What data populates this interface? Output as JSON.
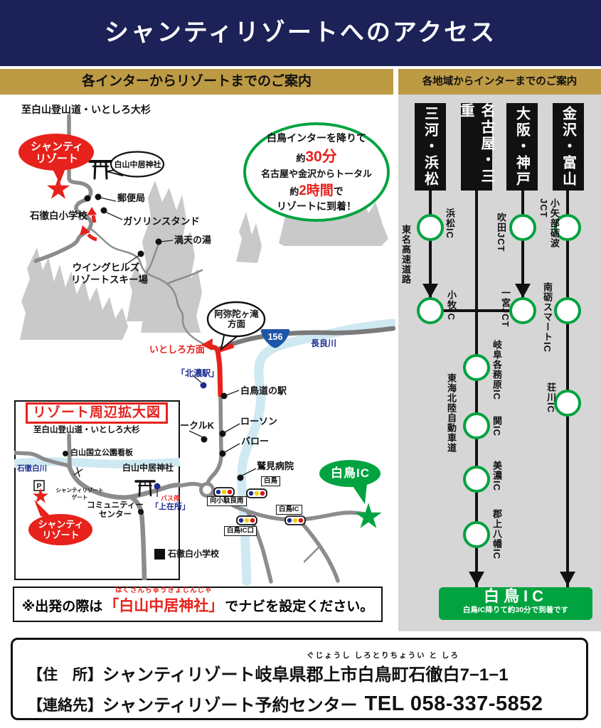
{
  "colors": {
    "navy": "#1c2257",
    "gold": "#bd9a44",
    "red": "#e7211b",
    "green": "#00a33f",
    "panel": "#d6d6d6",
    "river": "#cfe9f2",
    "road": "#8c8c8c",
    "bluetext": "#1d2d8f",
    "shield": "#1d55a8",
    "mountain": "#c9c9c9"
  },
  "header": {
    "title": "シャンティリゾートへのアクセス"
  },
  "panels": {
    "left_heading": "各インターからリゾートまでのご案内",
    "right_heading": "各地域からインターまでのご案内"
  },
  "main_map": {
    "to_hakusan_trail": "至白山登山道・いとしろ大杉",
    "resort_balloon": {
      "line1": "シャンティ",
      "line2": "リゾート"
    },
    "hakusan_shrine": "白山中居神社",
    "post_office": "郵便局",
    "itoshiro_school": "石徹白小学校",
    "gas_station": "ガソリンスタンド",
    "manten_no_yu": "満天の湯",
    "wing_hills": {
      "line1": "ウイングヒルズ",
      "line2": "リゾートスキー場"
    },
    "amida_falls": {
      "line1": "阿弥陀ヶ滝",
      "line2": "方面"
    },
    "route_shield": "156",
    "nagara_river": "長良川",
    "itoshiro_direction": "いとしろ方面",
    "kitano_station": "「北濃駅」",
    "michinoeki": "白鳥道の駅",
    "circle_k": "サークルK",
    "lawson": "ローソン",
    "valor": "バロー",
    "sumi_hospital": "鷲見病院",
    "signals": {
      "shirotori": "白鳥",
      "mukaikodara_minami": "向小駄良南",
      "shirotori_ic_guchi": "白鳥IC口",
      "shirotori_ic": "白鳥IC"
    },
    "shirotori_ic_balloon": "白鳥IC"
  },
  "info_bubble": {
    "line1": "白鳥インターを降りて",
    "line2_prefix": "約",
    "line2_time": "30分",
    "line3": "名古屋や金沢からトータル",
    "line4_prefix": "約",
    "line4_time": "2時間",
    "line4_suffix": "で",
    "line5": "リゾートに到着！"
  },
  "inset": {
    "title": "リゾート周辺拡大図",
    "to_hakusan_trail": "至白山登山道・いとしろ大杉",
    "park_sign": "白山国立公園看板",
    "itoshiro_river": "石徹白川",
    "parking": "P",
    "gate": {
      "line1": "シャンティリゾート",
      "line2": "ゲート"
    },
    "hakusan_shrine": "白山中居神社",
    "bus_stop": {
      "prefix": "バス停",
      "name": "「上在所」"
    },
    "community_center": {
      "line1": "コミュニティー",
      "line2": "センター"
    },
    "resort_balloon": {
      "line1": "シャンティ",
      "line2": "リゾート"
    },
    "itoshiro_school": "石徹白小学校"
  },
  "note": {
    "prefix": "※出発の際は",
    "furigana": "はくさんちゅうきょじんじゃ",
    "highlight": "「白山中居神社」",
    "suffix": "でナビを設定ください。"
  },
  "flowchart": {
    "origins": {
      "mikawa_hamamatsu": "三河・浜松",
      "nagoya_mie": "名古屋・三重",
      "osaka_kobe": "大阪・神戸",
      "kanazawa_toyama": "金沢・富山"
    },
    "nodes": {
      "hamamatsu_ic": "浜松IC",
      "komaki_ic": "小牧IC",
      "suita_jct": "吹田JCT",
      "ichinomiya_jct": "一宮JCT",
      "oyabe_tonami_jct": "小矢部砺波JCT",
      "nanto_smart_ic": "南砺スマートIC",
      "gifu_kakamigahara_ic": "岐阜各務原IC",
      "seki_ic": "関IC",
      "mino_ic": "美濃IC",
      "gujo_hachiman_ic": "郡上八幡IC",
      "shokawa_ic": "荘川IC"
    },
    "roads": {
      "tomei": "東名高速道路",
      "tokai_hokuriku": "東海北陸自動車道"
    },
    "goal": {
      "name": "白鳥IC",
      "note": "白鳥IC降りて約30分で到着です"
    }
  },
  "address": {
    "line1_label": "【住　所】",
    "line1_pre": "シャンティリゾート岐阜県",
    "line1_furigana": "ぐじょうし しろとりちょうい と しろ",
    "line1_ruby_base": "郡上市白鳥町石徹白",
    "line1_post": "7−1−1",
    "line2_label": "【連絡先】",
    "line2_text": "シャンティリゾート予約センター",
    "line2_tel": "TEL 058-337-5852"
  }
}
